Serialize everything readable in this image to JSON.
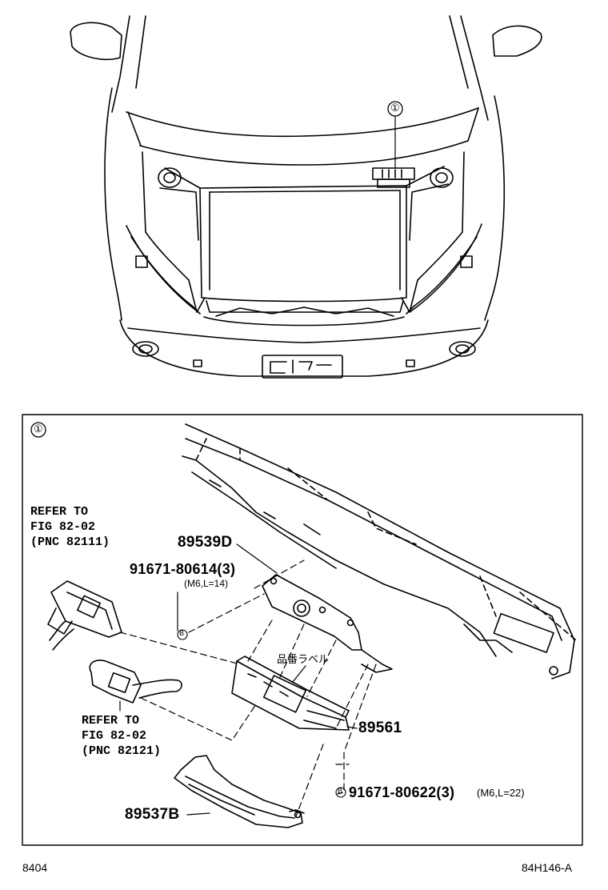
{
  "diagram": {
    "overview": {
      "callout_marker": "①"
    },
    "detail": {
      "panel_marker": "①",
      "refs": [
        {
          "lines": [
            "REFER TO",
            "FIG 82-02",
            "(PNC 82111)"
          ]
        },
        {
          "lines": [
            "REFER TO",
            "FIG 82-02",
            "(PNC 82121)"
          ]
        }
      ],
      "parts": {
        "bracket": "89539D",
        "bolt_upper": "91671-80614(3)",
        "bolt_upper_spec": "(M6,L=14)",
        "bolt_upper_marker": "B",
        "jp_label": "品番ラベル",
        "ecu": "89561",
        "bolt_lower_marker": "B",
        "bolt_lower": "91671-80622(3)",
        "bolt_lower_spec": "(M6,L=22)",
        "lower_bracket": "89537B"
      }
    },
    "footer": {
      "left_code": "8404",
      "right_code": "84H146-A"
    }
  }
}
